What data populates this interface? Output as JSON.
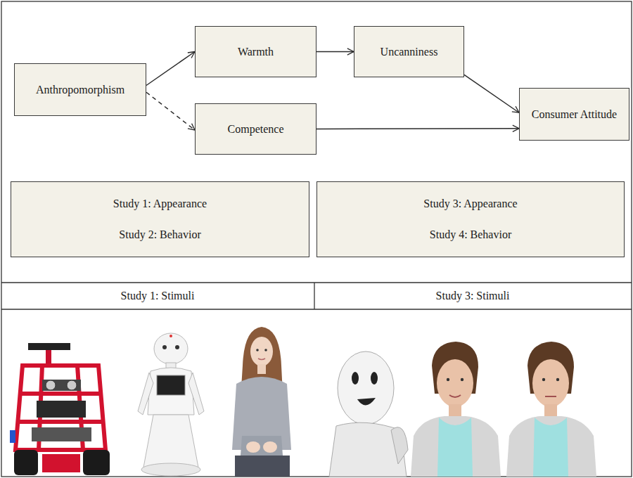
{
  "diagram": {
    "nodes": [
      {
        "text": [
          "Anthropomorphism"
        ]
      },
      {
        "text": [
          "Warmth"
        ]
      },
      {
        "text": [
          "Competence"
        ]
      },
      {
        "text": [
          "Uncanniness"
        ]
      },
      {
        "text": [
          "Consumer Attitude"
        ]
      },
      {
        "text": [
          "Study 1: Appearance",
          "Study 2: Behavior"
        ]
      },
      {
        "text": [
          "Study 3: Appearance",
          "Study 4: Behavior"
        ]
      }
    ],
    "edges": [
      {
        "from": 0,
        "to": 1,
        "arrow": "to"
      },
      {
        "from": 0,
        "to": 2,
        "arrow": "to"
      },
      {
        "from": 1,
        "to": 3,
        "arrow": "to"
      },
      {
        "from": 3,
        "to": 4,
        "arrow": "to"
      },
      {
        "from": 2,
        "to": 4,
        "arrow": "to"
      }
    ],
    "labels": [
      "Study 1: Stimuli",
      "Study 3: Stimuli"
    ]
  }
}
